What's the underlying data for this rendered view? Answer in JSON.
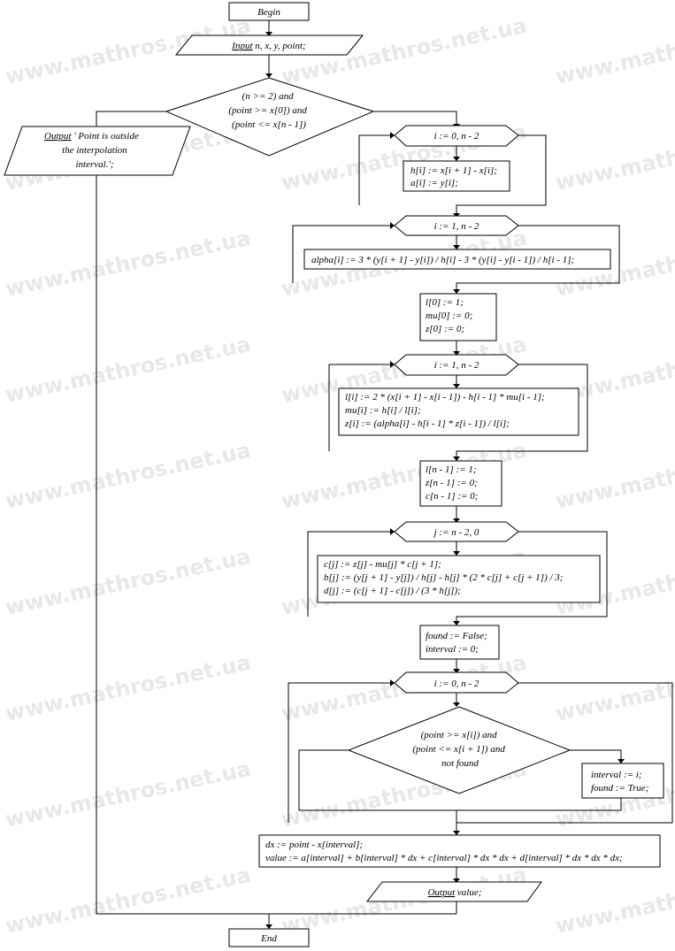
{
  "watermark": "www.mathros.net.ua",
  "nodes": {
    "begin": "Begin",
    "input_kw": "Input",
    "input_rest": " n, x, y, point;",
    "cond1": [
      "(n >= 2) and",
      "(point >= x[0]) and",
      "(point <= x[n - 1])"
    ],
    "out_err_kw": "Output",
    "out_err": [
      " ' Point is outside",
      "the interpolation",
      "interval.';"
    ],
    "loop1": "i := 0, n - 2",
    "body1": [
      "h[i] := x[i + 1] - x[i];",
      "a[i] := y[i];"
    ],
    "loop2": "i := 1, n - 2",
    "body2": [
      "alpha[i] := 3 * (y[i + 1] - y[i]) / h[i] - 3 * (y[i] - y[i - 1]) / h[i - 1];"
    ],
    "init1": [
      "l[0] := 1;",
      "mu[0] := 0;",
      "z[0] := 0;"
    ],
    "loop3": "i := 1, n - 2",
    "body3": [
      "l[i] := 2 * (x[i + 1] - x[i - 1]) - h[i - 1] * mu[i - 1];",
      "mu[i] := h[i] / l[i];",
      "z[i] := (alpha[i] - h[i - 1] * z[i - 1]) / l[i];"
    ],
    "init2": [
      "l[n - 1] := 1;",
      "z[n - 1] := 0;",
      "c[n - 1] := 0;"
    ],
    "loop4": "j := n - 2, 0",
    "body4": [
      "c[j] := z[j] - mu[j] * c[j + 1];",
      "b[j] := (y[j + 1] - y[j]) / h[j] - h[j] * (2 * c[j] + c[j + 1]) / 3;",
      "d[j] := (c[j + 1] - c[j]) / (3 * h[j]);"
    ],
    "init3": [
      "found := False;",
      "interval := 0;"
    ],
    "loop5": "i := 0, n - 2",
    "cond2": [
      "(point >= x[i]) and",
      "(point <= x[i + 1]) and",
      "not found"
    ],
    "body5": [
      "interval := i;",
      "found := True;"
    ],
    "calc": [
      "dx := point - x[interval];",
      "value := a[interval] + b[interval] * dx + c[interval] * dx * dx + d[interval] * dx * dx * dx;"
    ],
    "out_kw": "Output",
    "out_rest": " value;",
    "end": "End"
  }
}
